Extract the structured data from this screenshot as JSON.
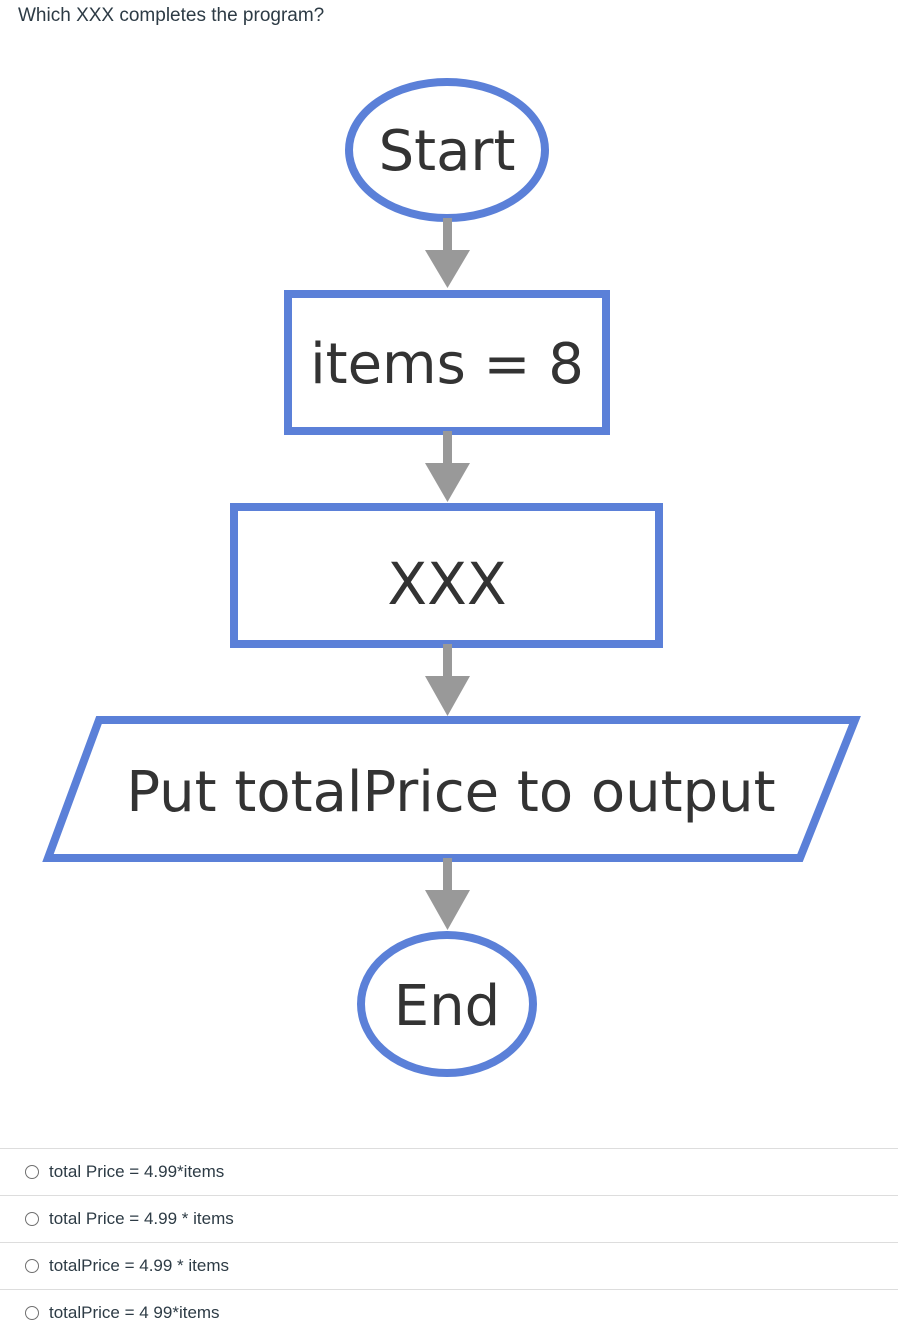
{
  "question": {
    "text": "Which XXX completes the program?"
  },
  "flowchart": {
    "start_label": "Start",
    "step1_label": "items = 8",
    "step2_label": "XXX",
    "output_label": "Put totalPrice to output",
    "end_label": "End",
    "shape_color": "#5b80d8",
    "arrow_color": "#999999"
  },
  "answers": [
    {
      "label": "total Price = 4.99*items"
    },
    {
      "label": "total Price = 4.99 * items"
    },
    {
      "label": "totalPrice = 4.99 * items"
    },
    {
      "label": "totalPrice = 4 99*items"
    }
  ]
}
